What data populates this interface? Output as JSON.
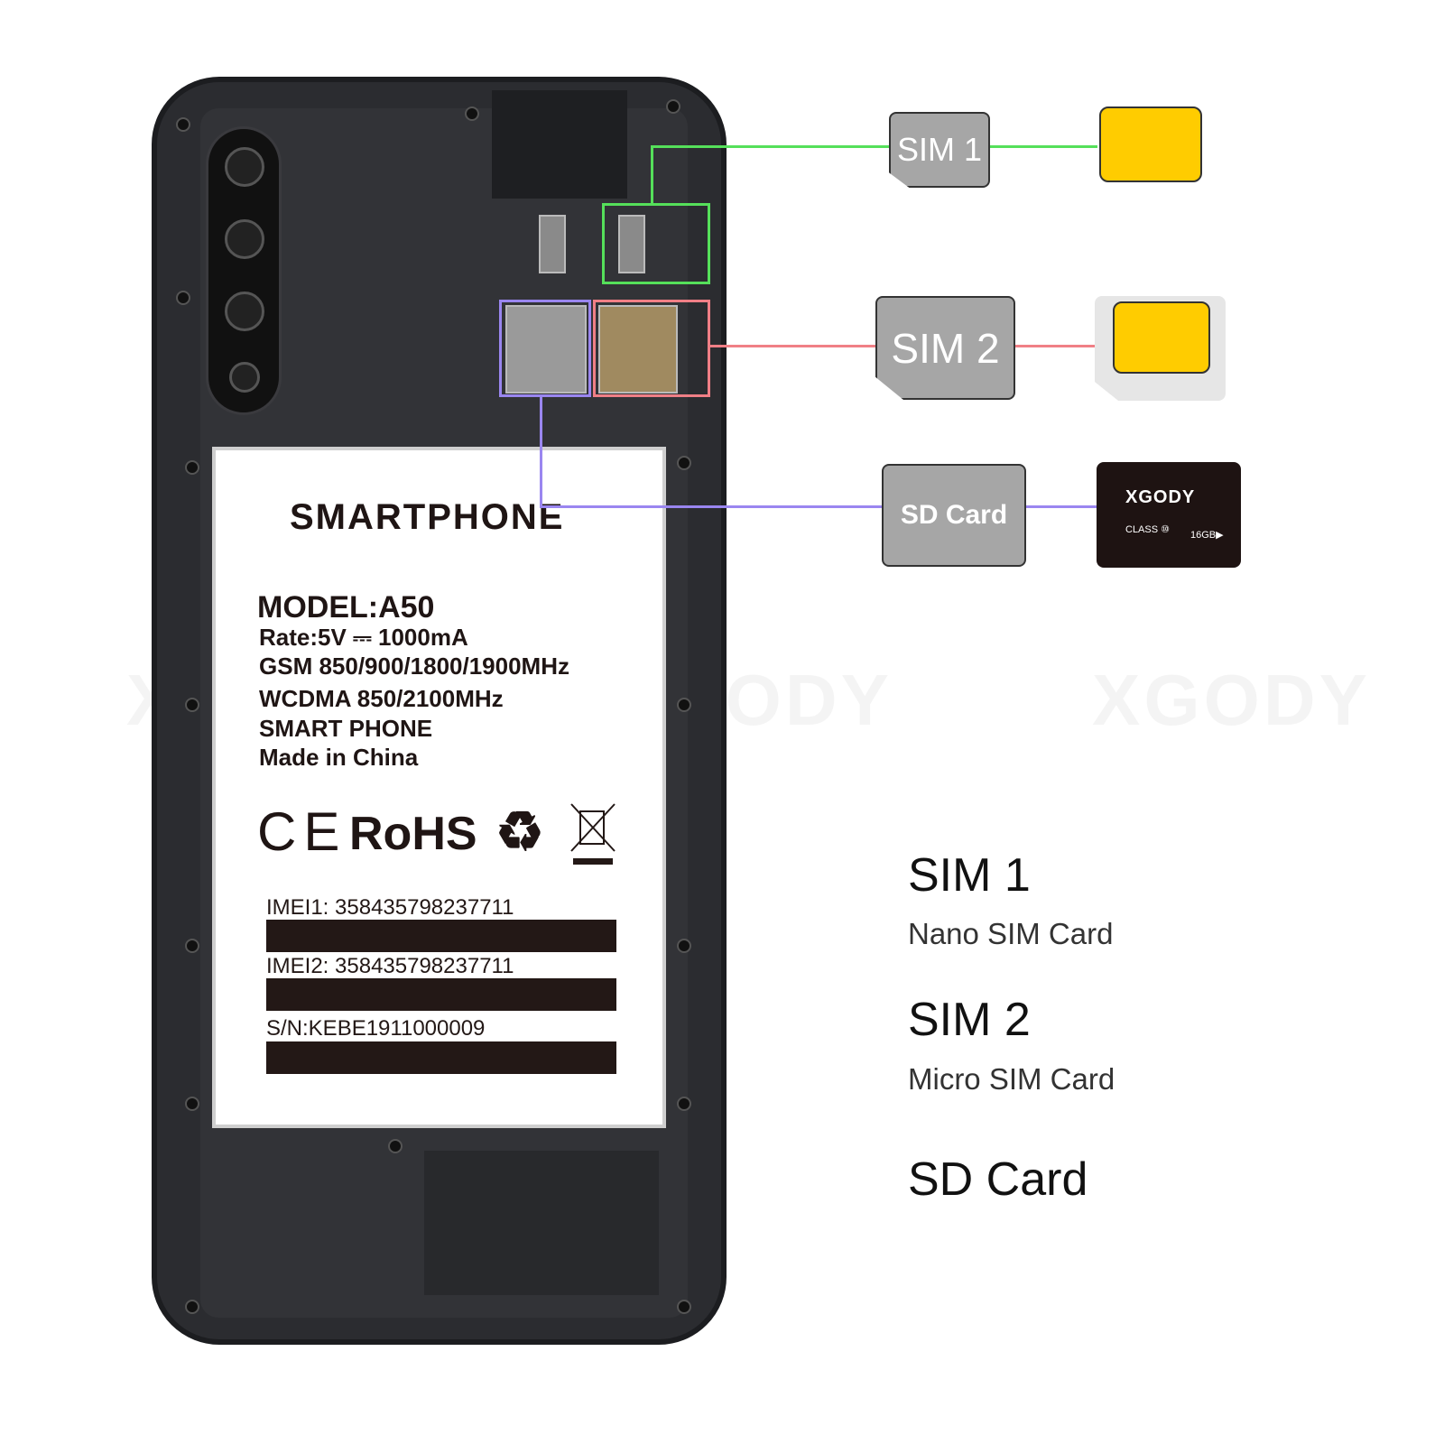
{
  "colors": {
    "sim1": "#55e05a",
    "sim2": "#f07f86",
    "sd": "#9a86f0",
    "chip": "#ffcc00",
    "phone": "#2b2c30"
  },
  "label": {
    "brand": "SMARTPHONE",
    "model": "MODEL:A50",
    "rate": "Rate:5V ⎓ 1000mA",
    "gsm": "GSM 850/900/1800/1900MHz",
    "wcdma": "WCDMA 850/2100MHz",
    "type": "SMART PHONE",
    "origin": "Made in China",
    "ce": "CE",
    "rohs": "RoHS",
    "recycle_icon": "♻",
    "imei1": "IMEI1: 358435798237711",
    "imei2": "IMEI2: 358435798237711",
    "sn": "S/N:KEBE1911000009"
  },
  "callouts": {
    "sim1_tag": "SIM 1",
    "sim2_tag": "SIM 2",
    "sd_tag": "SD Card",
    "sd_brand": "XGODY",
    "sd_class": "CLASS ⑩",
    "sd_size": "16GB▶"
  },
  "legend": [
    {
      "title": "SIM 1",
      "subtitle": "Nano SIM Card"
    },
    {
      "title": "SIM 2",
      "subtitle": "Micro SIM Card"
    },
    {
      "title": "SD Card",
      "subtitle": ""
    }
  ],
  "watermark": "XGODY"
}
